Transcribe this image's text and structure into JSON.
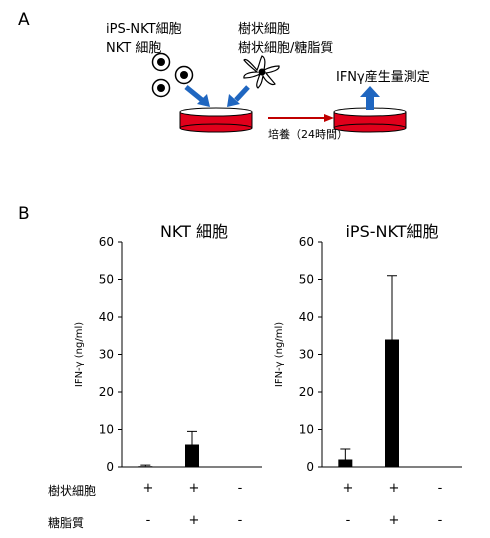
{
  "panel_a": {
    "label": "A",
    "cells_line1": "iPS-NKT細胞",
    "cells_line2": "NKT 細胞",
    "dc_line1": "樹状細胞",
    "dc_line2": "樹状細胞/糖脂質",
    "readout": "IFNγ産生量測定",
    "culture": "培養（24時間）",
    "colors": {
      "medium": "#e0001b",
      "arrow_blue": "#1f66c0",
      "arrow_red": "#c00000"
    }
  },
  "panel_b": {
    "label": "B",
    "row_dc_label": "樹状細胞",
    "row_gl_label": "糖脂質",
    "row_dc_marks": [
      "+",
      "+",
      "-"
    ],
    "row_gl_marks": [
      "-",
      "+",
      "-"
    ]
  },
  "chart_data": [
    {
      "type": "bar",
      "title": "NKT 細胞",
      "ylabel": "IFN-γ (ng/ml)",
      "ylim": [
        0,
        60
      ],
      "yticks": [
        "0",
        "10",
        "20",
        "30",
        "40",
        "50",
        "60"
      ],
      "categories": [
        "樹状細胞 + / 糖脂質 -",
        "樹状細胞 + / 糖脂質 +",
        "樹状細胞 - / 糖脂質 -"
      ],
      "values": [
        0.2,
        6,
        0
      ],
      "errors": [
        0.3,
        3.5,
        0
      ],
      "bar_color": "#000000"
    },
    {
      "type": "bar",
      "title": "iPS-NKT細胞",
      "ylabel": "IFN-γ (ng/ml)",
      "ylim": [
        0,
        60
      ],
      "yticks": [
        "0",
        "10",
        "20",
        "30",
        "40",
        "50",
        "60"
      ],
      "categories": [
        "樹状細胞 + / 糖脂質 -",
        "樹状細胞 + / 糖脂質 +",
        "樹状細胞 - / 糖脂質 -"
      ],
      "values": [
        2,
        34,
        0
      ],
      "errors": [
        2.8,
        17,
        0
      ],
      "bar_color": "#000000"
    }
  ]
}
